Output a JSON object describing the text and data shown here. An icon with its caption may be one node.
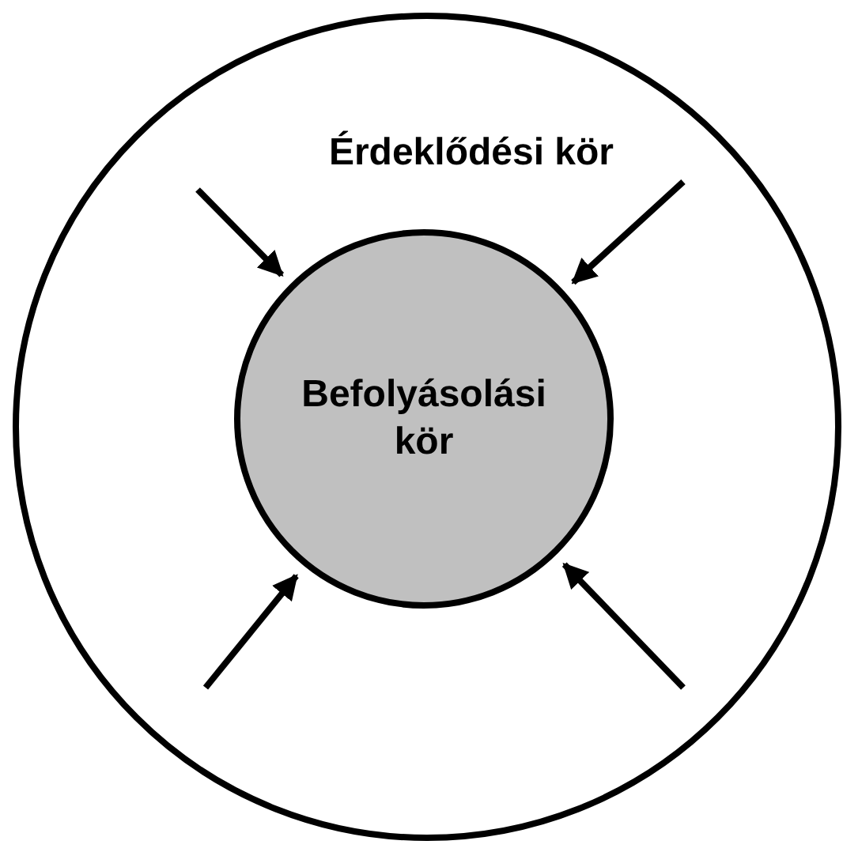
{
  "diagram": {
    "nodes": [
      {
        "text": [
          "Érdeklődési kör"
        ]
      },
      {
        "text": [
          "Befolyásolási kör"
        ],
        "in": 0
      }
    ],
    "edges": [
      {
        "from": null,
        "to": 1,
        "arrow": "to"
      },
      {
        "from": null,
        "to": 1,
        "arrow": "to"
      },
      {
        "from": null,
        "to": 1,
        "arrow": "to"
      },
      {
        "from": null,
        "to": 1,
        "arrow": "to"
      }
    ]
  }
}
